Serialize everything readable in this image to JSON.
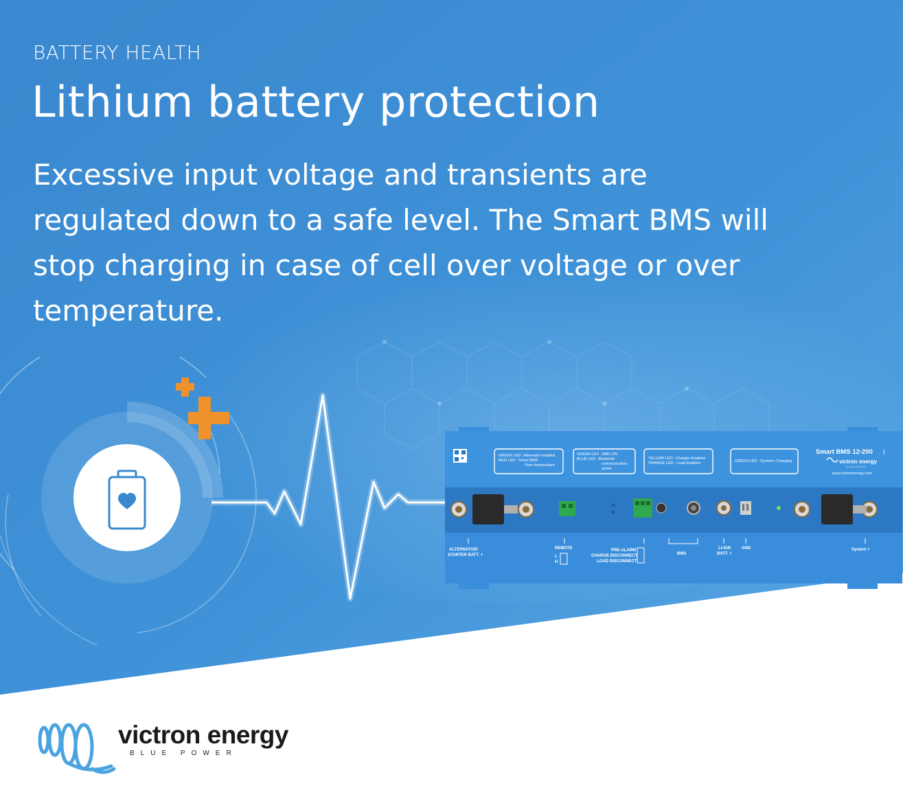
{
  "hero": {
    "eyebrow": "BATTERY HEALTH",
    "title": "Lithium battery protection",
    "body_lines": [
      "Excessive input voltage and transients are",
      "regulated down to a safe level. The Smart BMS will",
      "stop charging in case of cell over voltage or over",
      "temperature."
    ]
  },
  "illustration": {
    "icons": [
      "battery-heart-icon",
      "plus-icon",
      "heartbeat-line"
    ]
  },
  "device": {
    "model": "Smart BMS 12-200",
    "brand": "victron energy",
    "brand_tagline": "BLUE POWER",
    "url": "www.victronenergy.com",
    "led_boxes": [
      {
        "lines": [
          "GREEN LED : Alternator enabled",
          "RED LED      : Smart BMS",
          "Over-temperature"
        ]
      },
      {
        "lines": [
          "GREEN LED : BMS ON",
          "BLUE LED    : Bluetooth",
          "communication",
          "active"
        ]
      },
      {
        "lines": [
          "YELLOW LED : Charger Enabled",
          "ORANGE LED : Load Enabled"
        ]
      },
      {
        "lines": [
          "GREEN LED : System+ Charging"
        ]
      }
    ],
    "port_labels": {
      "alternator_1": "ALTERNATOR/",
      "alternator_2": "STARTER BATT. +",
      "remote": "REMOTE",
      "remote_l": "L",
      "remote_h": "H",
      "pre_alarm": "PRE-ALARM",
      "charge_disconnect": "CHARGE DISCONNECT",
      "load_disconnect": "LOAD DISCONNECT",
      "bms": "BMS",
      "liion_1": "LI-ION",
      "liion_2": "BATT. +",
      "gnd": "GND",
      "system": "System +"
    }
  },
  "footer": {
    "logo_name": "victron energy",
    "logo_tagline": "BLUE POWER"
  },
  "colors": {
    "background_blue": "#3c8fd6",
    "accent_orange": "#f0922b",
    "device_blue": "#3a8fdc",
    "white": "#ffffff",
    "logo_blue": "#4aa3e0"
  }
}
